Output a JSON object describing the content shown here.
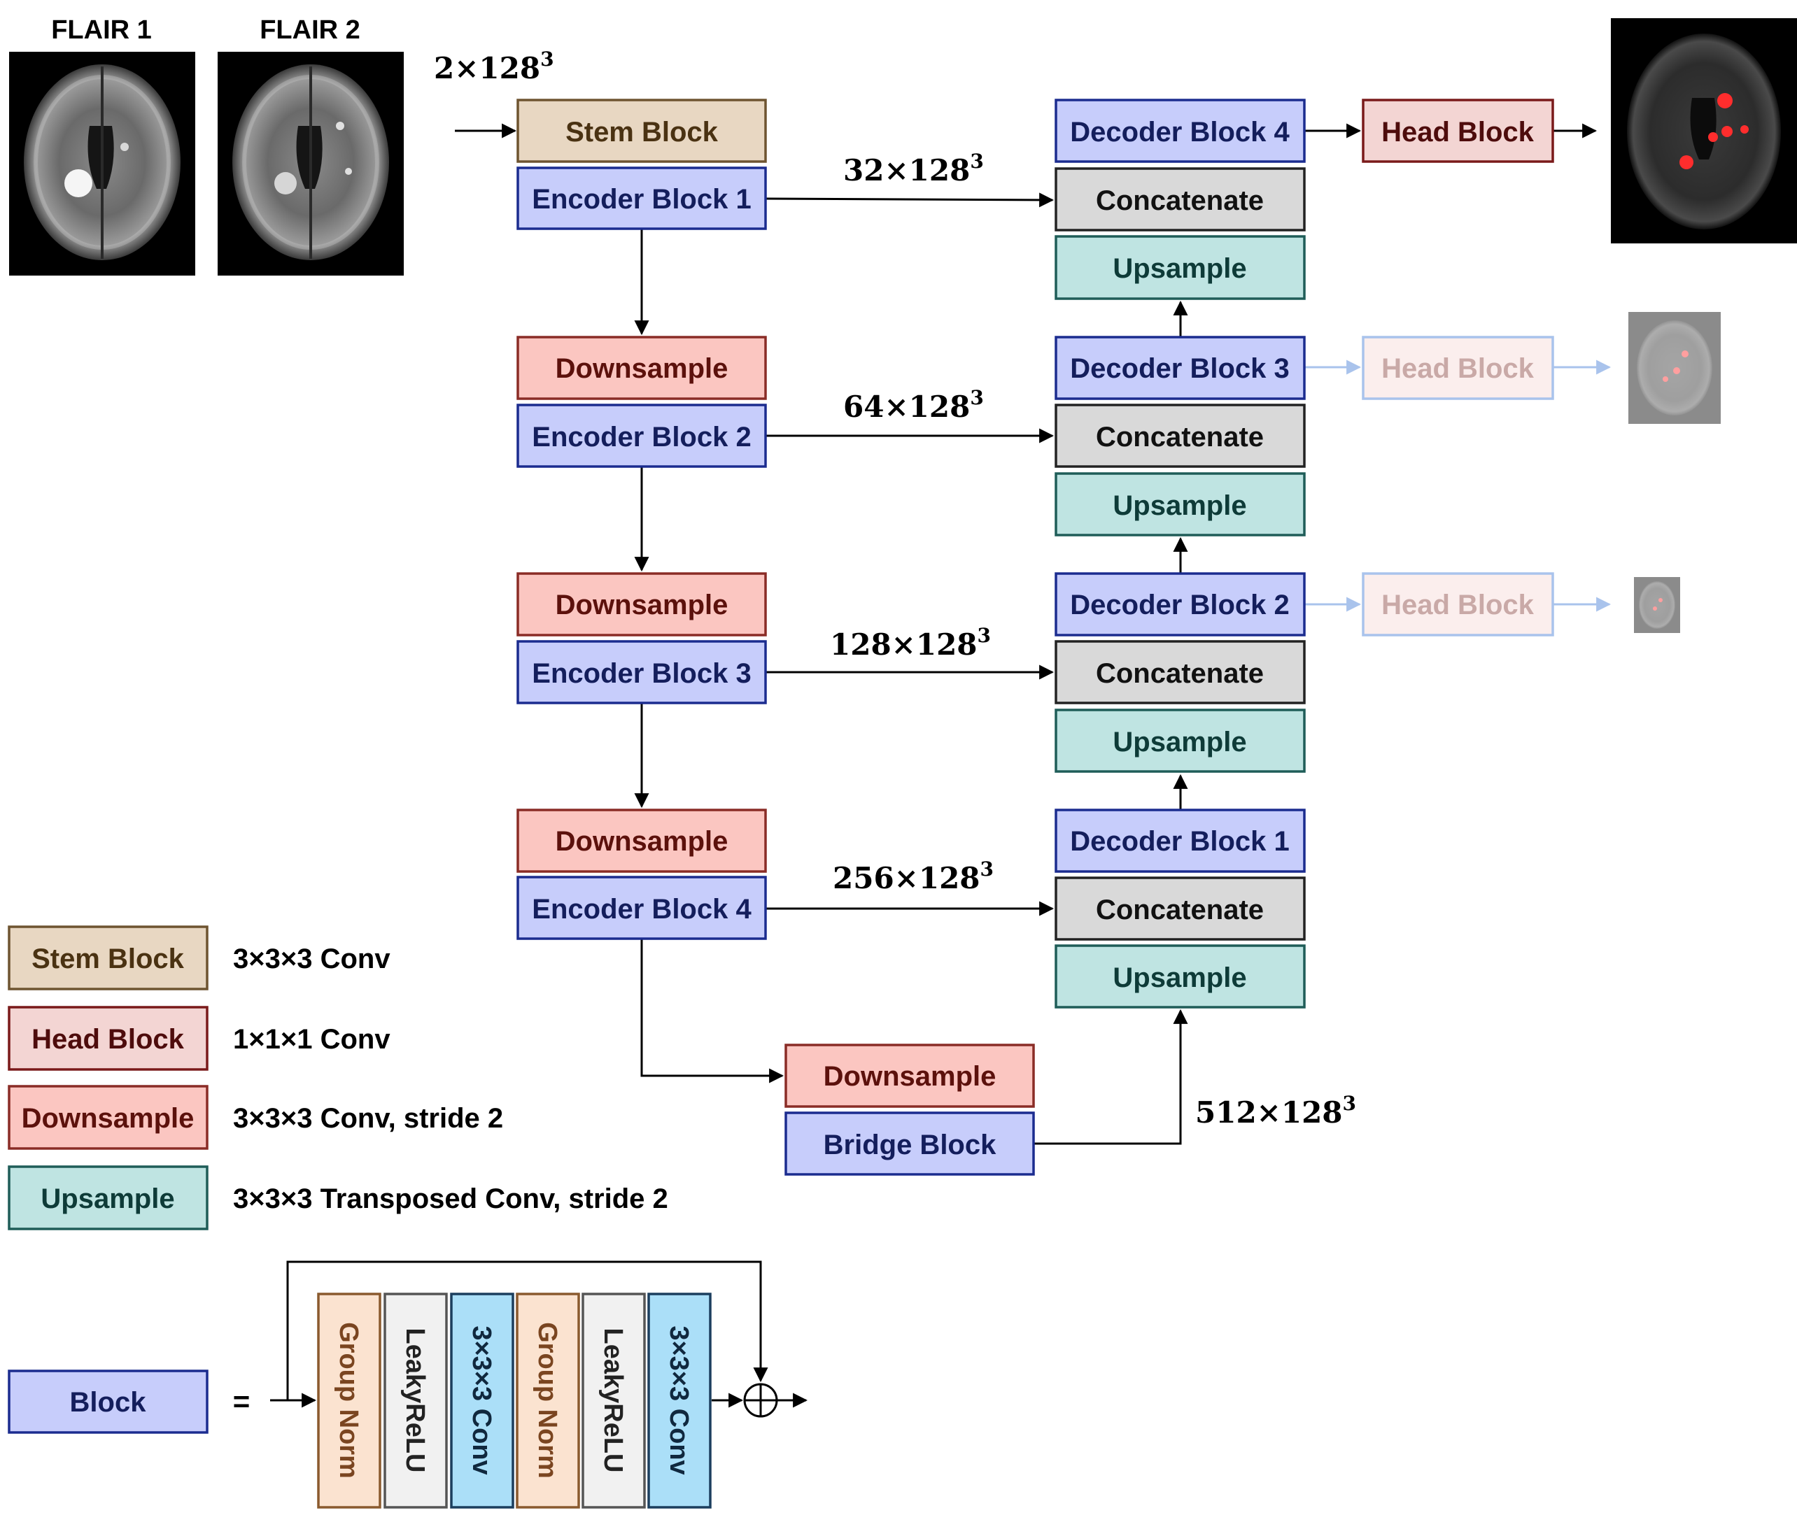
{
  "colors": {
    "stem_fill": "#e8d7c2",
    "stem_stroke": "#6e5430",
    "stem_text": "#4a3212",
    "encoder_fill": "#c7cdfb",
    "encoder_stroke": "#1b2c8f",
    "encoder_text": "#141e5c",
    "down_fill": "#fbc6c1",
    "down_stroke": "#8a2c26",
    "down_text": "#5c110c",
    "up_fill": "#bfe4e2",
    "up_stroke": "#1f5d58",
    "up_text": "#0e3b38",
    "concat_fill": "#d9d9d9",
    "concat_stroke": "#222222",
    "concat_text": "#111111",
    "head_fill": "#f3d5d3",
    "head_stroke": "#7a1a1a",
    "head_text": "#4e0c0c",
    "head_faded_fill": "#fbeeed",
    "head_faded_stroke": "#a9c3ec",
    "head_faded_text": "#c9a9a7",
    "faded_arrow": "#a9c3ec",
    "groupnorm_fill": "#fbe3d0",
    "groupnorm_stroke": "#8a5a2e",
    "leaky_fill": "#f1f1f1",
    "leaky_stroke": "#555555",
    "conv_fill": "#abdff8",
    "conv_stroke": "#1b3e5e",
    "lesion": "#ff2d2d"
  },
  "images": {
    "flair1_label": "FLAIR 1",
    "flair2_label": "FLAIR 2",
    "flair1_icon": "brain-mri-flair-icon",
    "flair2_icon": "brain-mri-flair-icon",
    "output_icon": "brain-mri-segmentation-icon"
  },
  "input_shape": {
    "base": "2×128",
    "exp": "3"
  },
  "encoder": {
    "stem": "Stem Block",
    "blocks": [
      "Encoder Block 1",
      "Encoder Block 2",
      "Encoder Block 3",
      "Encoder Block 4"
    ],
    "downsample": "Downsample"
  },
  "bridge": {
    "downsample": "Downsample",
    "block": "Bridge Block",
    "shape_base": "512×128",
    "shape_exp": "3"
  },
  "skip_shapes": [
    {
      "base": "32×128",
      "exp": "3"
    },
    {
      "base": "64×128",
      "exp": "3"
    },
    {
      "base": "128×128",
      "exp": "3"
    },
    {
      "base": "256×128",
      "exp": "3"
    }
  ],
  "decoder": {
    "blocks": [
      "Decoder Block 4",
      "Decoder Block 3",
      "Decoder Block 2",
      "Decoder Block 1"
    ],
    "concatenate": "Concatenate",
    "upsample": "Upsample",
    "head": "Head Block"
  },
  "legend": [
    {
      "key": "Stem Block",
      "desc": "3×3×3 Conv"
    },
    {
      "key": "Head Block",
      "desc": "1×1×1 Conv"
    },
    {
      "key": "Downsample",
      "desc": "3×3×3 Conv, stride 2"
    },
    {
      "key": "Upsample",
      "desc": "3×3×3 Transposed Conv, stride 2"
    }
  ],
  "block_def": {
    "key": "Block",
    "equals": "=",
    "layers": [
      "Group Norm",
      "LeakyReLU",
      "3×3×3 Conv",
      "Group Norm",
      "LeakyReLU",
      "3×3×3 Conv"
    ],
    "plus_icon": "circle-plus-icon"
  }
}
